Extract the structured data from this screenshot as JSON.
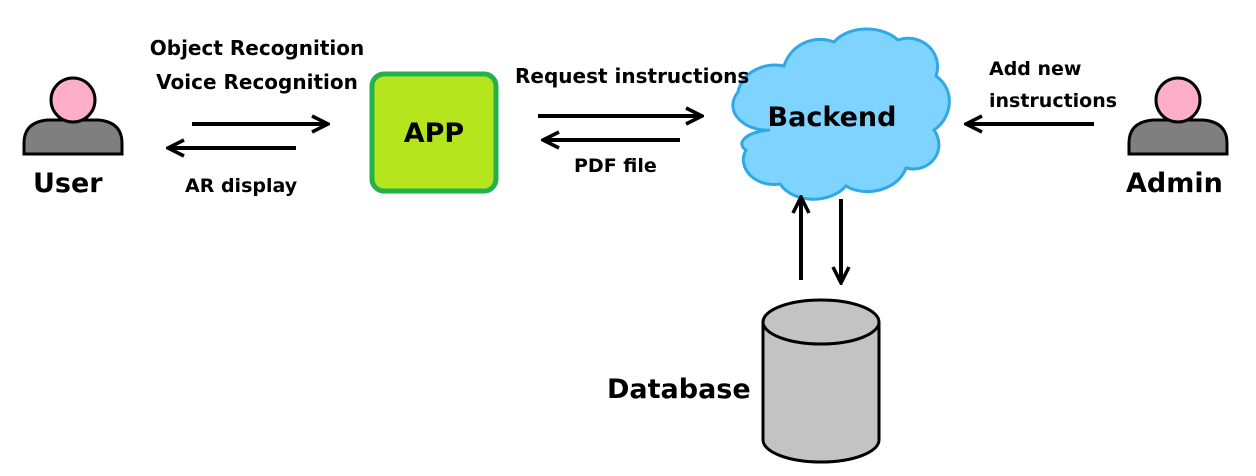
{
  "actors": {
    "user": "User",
    "admin": "Admin"
  },
  "nodes": {
    "app": "APP",
    "backend": "Backend",
    "database": "Database"
  },
  "flows": {
    "user_to_app_line1": "Object Recognition",
    "user_to_app_line2": "Voice Recognition",
    "app_to_user": "AR display",
    "app_to_backend": "Request instructions",
    "backend_to_app": "PDF file",
    "admin_to_backend_line1": "Add new",
    "admin_to_backend_line2": "instructions"
  },
  "colors": {
    "app_fill": "#B5E61D",
    "app_border": "#22B14C",
    "cloud_fill": "#7FD4FF",
    "cloud_border": "#2FA8E8",
    "head_fill": "#FFAEC9",
    "body_fill": "#7F7F7F",
    "database_fill": "#C3C3C3"
  }
}
